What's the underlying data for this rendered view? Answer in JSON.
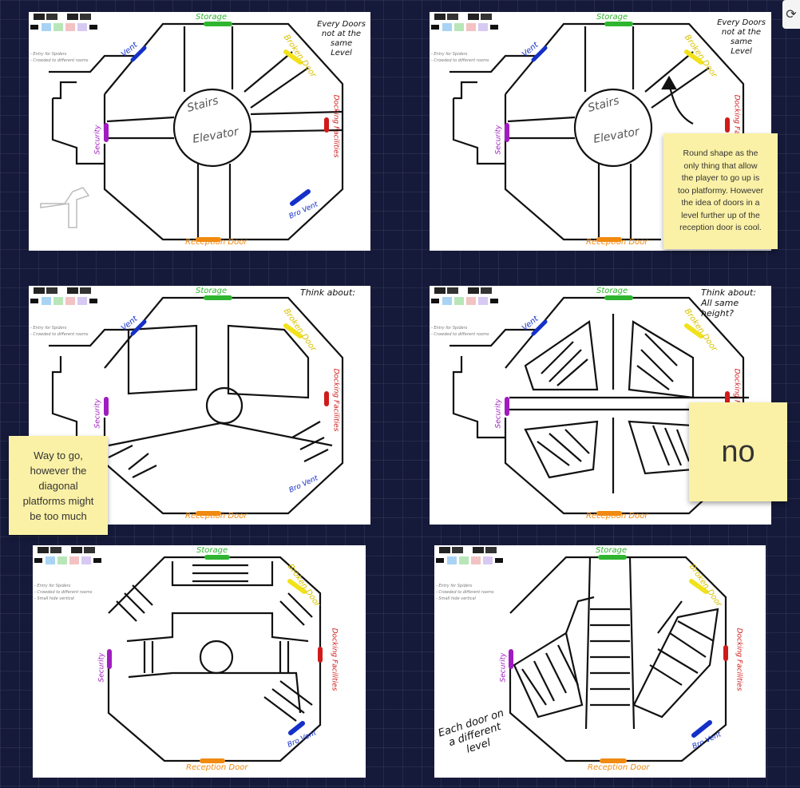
{
  "labels": {
    "storage": "Storage",
    "broken_door": "Broken Door",
    "docking_facilities": "Docking Facilities",
    "security": "Security",
    "vent": "Vent",
    "bro_vent": "Bro Vent",
    "reception_door": "Reception Door",
    "stairs": "Stairs",
    "elevator": "Elevator"
  },
  "legend": {
    "line1": "- Entry for Spiders",
    "line2": "- Crowded to different rooms",
    "line3": "- Small hide vertical"
  },
  "annotations": {
    "every_doors": [
      "Every Doors",
      "not at the same",
      "Level"
    ],
    "think_about": "Think about:",
    "all_same_height": "All same height?",
    "each_door": [
      "Each door on",
      "a different",
      "level"
    ]
  },
  "notes": {
    "note1": [
      "Round shape as the",
      "only thing that allow",
      "the player to go up is",
      "too platformy. However",
      "the idea of doors in a",
      "level further up of the",
      "reception door is cool."
    ],
    "note2": [
      "Way to go,",
      "however the",
      "diagonal",
      "platforms might",
      "be too much"
    ],
    "note3": "no"
  },
  "colors": {
    "background": "#161a3a",
    "storage": "#2fb52f",
    "broken_door": "#f2e21a",
    "docking": "#d11a1a",
    "security": "#a01cc0",
    "vent": "#1430c8",
    "reception": "#f08a10",
    "sticky": "#fbf1a6"
  },
  "icons": {
    "side_control": "refresh-icon"
  }
}
